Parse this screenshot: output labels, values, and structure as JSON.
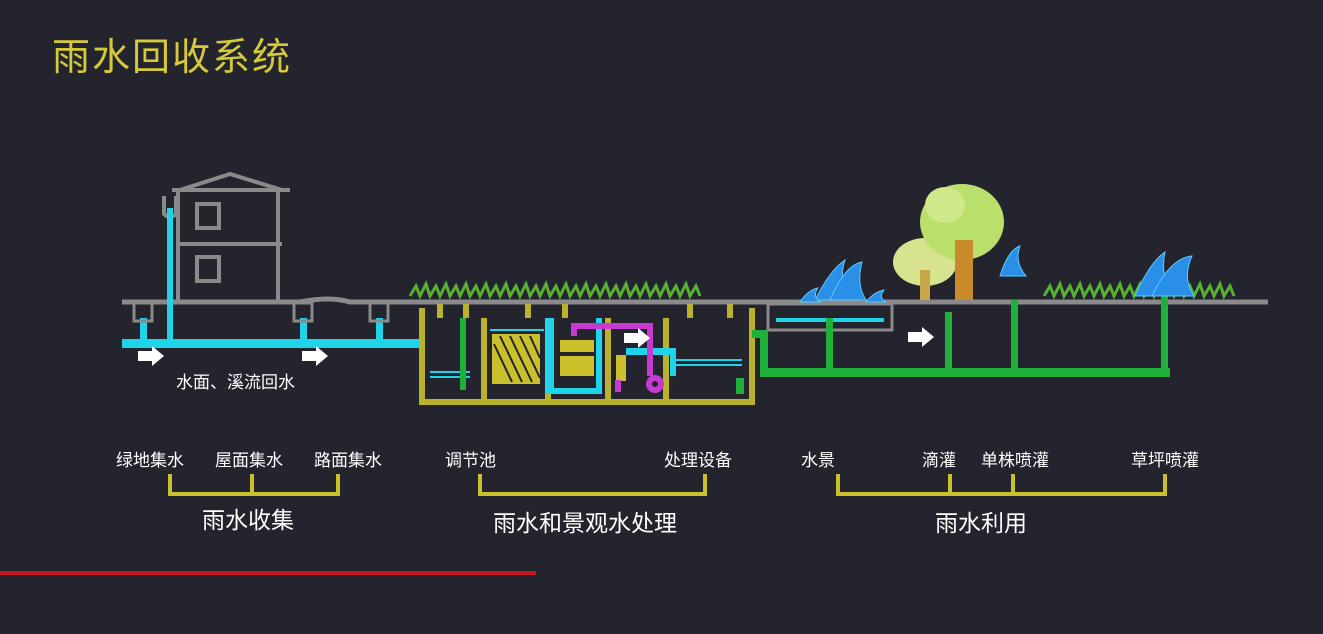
{
  "title": "雨水回收系统",
  "flow_note": "水面、溪流回水",
  "groups": [
    {
      "name": "雨水收集",
      "items": [
        "绿地集水",
        "屋面集水",
        "路面集水"
      ]
    },
    {
      "name": "雨水和景观水处理",
      "items": [
        "调节池",
        "处理设备"
      ]
    },
    {
      "name": "雨水利用",
      "items": [
        "水景",
        "滴灌",
        "单株喷灌",
        "草坪喷灌"
      ]
    }
  ],
  "colors": {
    "background": "#23242e",
    "title": "#d6c93a",
    "collection_pipe": "#1fd4e8",
    "tank_outline": "#b9b22a",
    "utilization_pipe": "#1fb03a",
    "treatment_equipment": "#c63ad0",
    "grass": "#58b034",
    "bracket": "#c9c02c",
    "ground": "#8a8a8a",
    "accent_line": "#c8161d"
  }
}
